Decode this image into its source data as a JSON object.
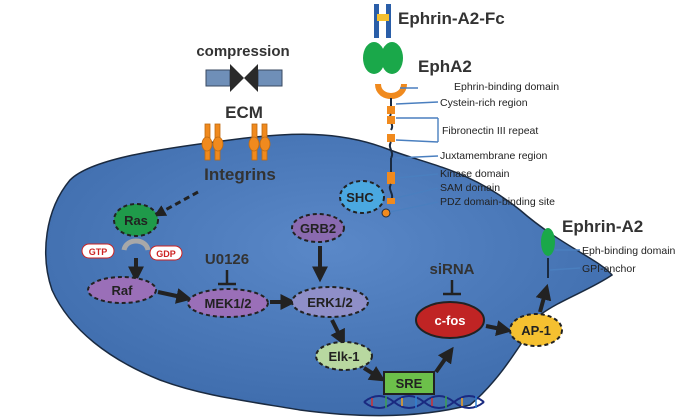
{
  "labels": {
    "ephrin_a2_fc": "Ephrin-A2-Fc",
    "epha2": "EphA2",
    "compression": "compression",
    "ecm": "ECM",
    "integrins": "Integrins",
    "ephrin_a2": "Ephrin-A2",
    "u0126": "U0126",
    "sirna": "siRNA"
  },
  "domains": {
    "ephrin_binding": "Ephrin-binding domain",
    "cysteine_rich": "Cystein-rich region",
    "fibronectin": "Fibronectin III repeat",
    "juxtamembrane": "Juxtamembrane region",
    "kinase": "Kinase domain",
    "sam": "SAM domain",
    "pdz": "PDZ domain-binding site",
    "eph_binding": "Eph-binding domain",
    "gpi": "GPI-anchor"
  },
  "nodes": {
    "ras": "Ras",
    "gtp": "GTP",
    "gdp": "GDP",
    "raf": "Raf",
    "mek": "MEK1/2",
    "erk": "ERK1/2",
    "elk": "Elk-1",
    "sre": "SRE",
    "grb2": "GRB2",
    "shc": "SHC",
    "cfos": "c-fos",
    "ap1": "AP-1"
  },
  "colors": {
    "cell": "#4a78b8",
    "ras": "#1f9a4a",
    "raf": "#9a6fb8",
    "grb2": "#8a6ab0",
    "erk": "#8f8fc8",
    "elk": "#b8d8a0",
    "sre": "#6cc04a",
    "shc": "#4aa8e0",
    "cfos": "#c02424",
    "ap1": "#f5c030",
    "receptor_orange": "#f08a1e",
    "ephrin_green": "#1aa84a",
    "fc_blue": "#2a5ea8"
  }
}
